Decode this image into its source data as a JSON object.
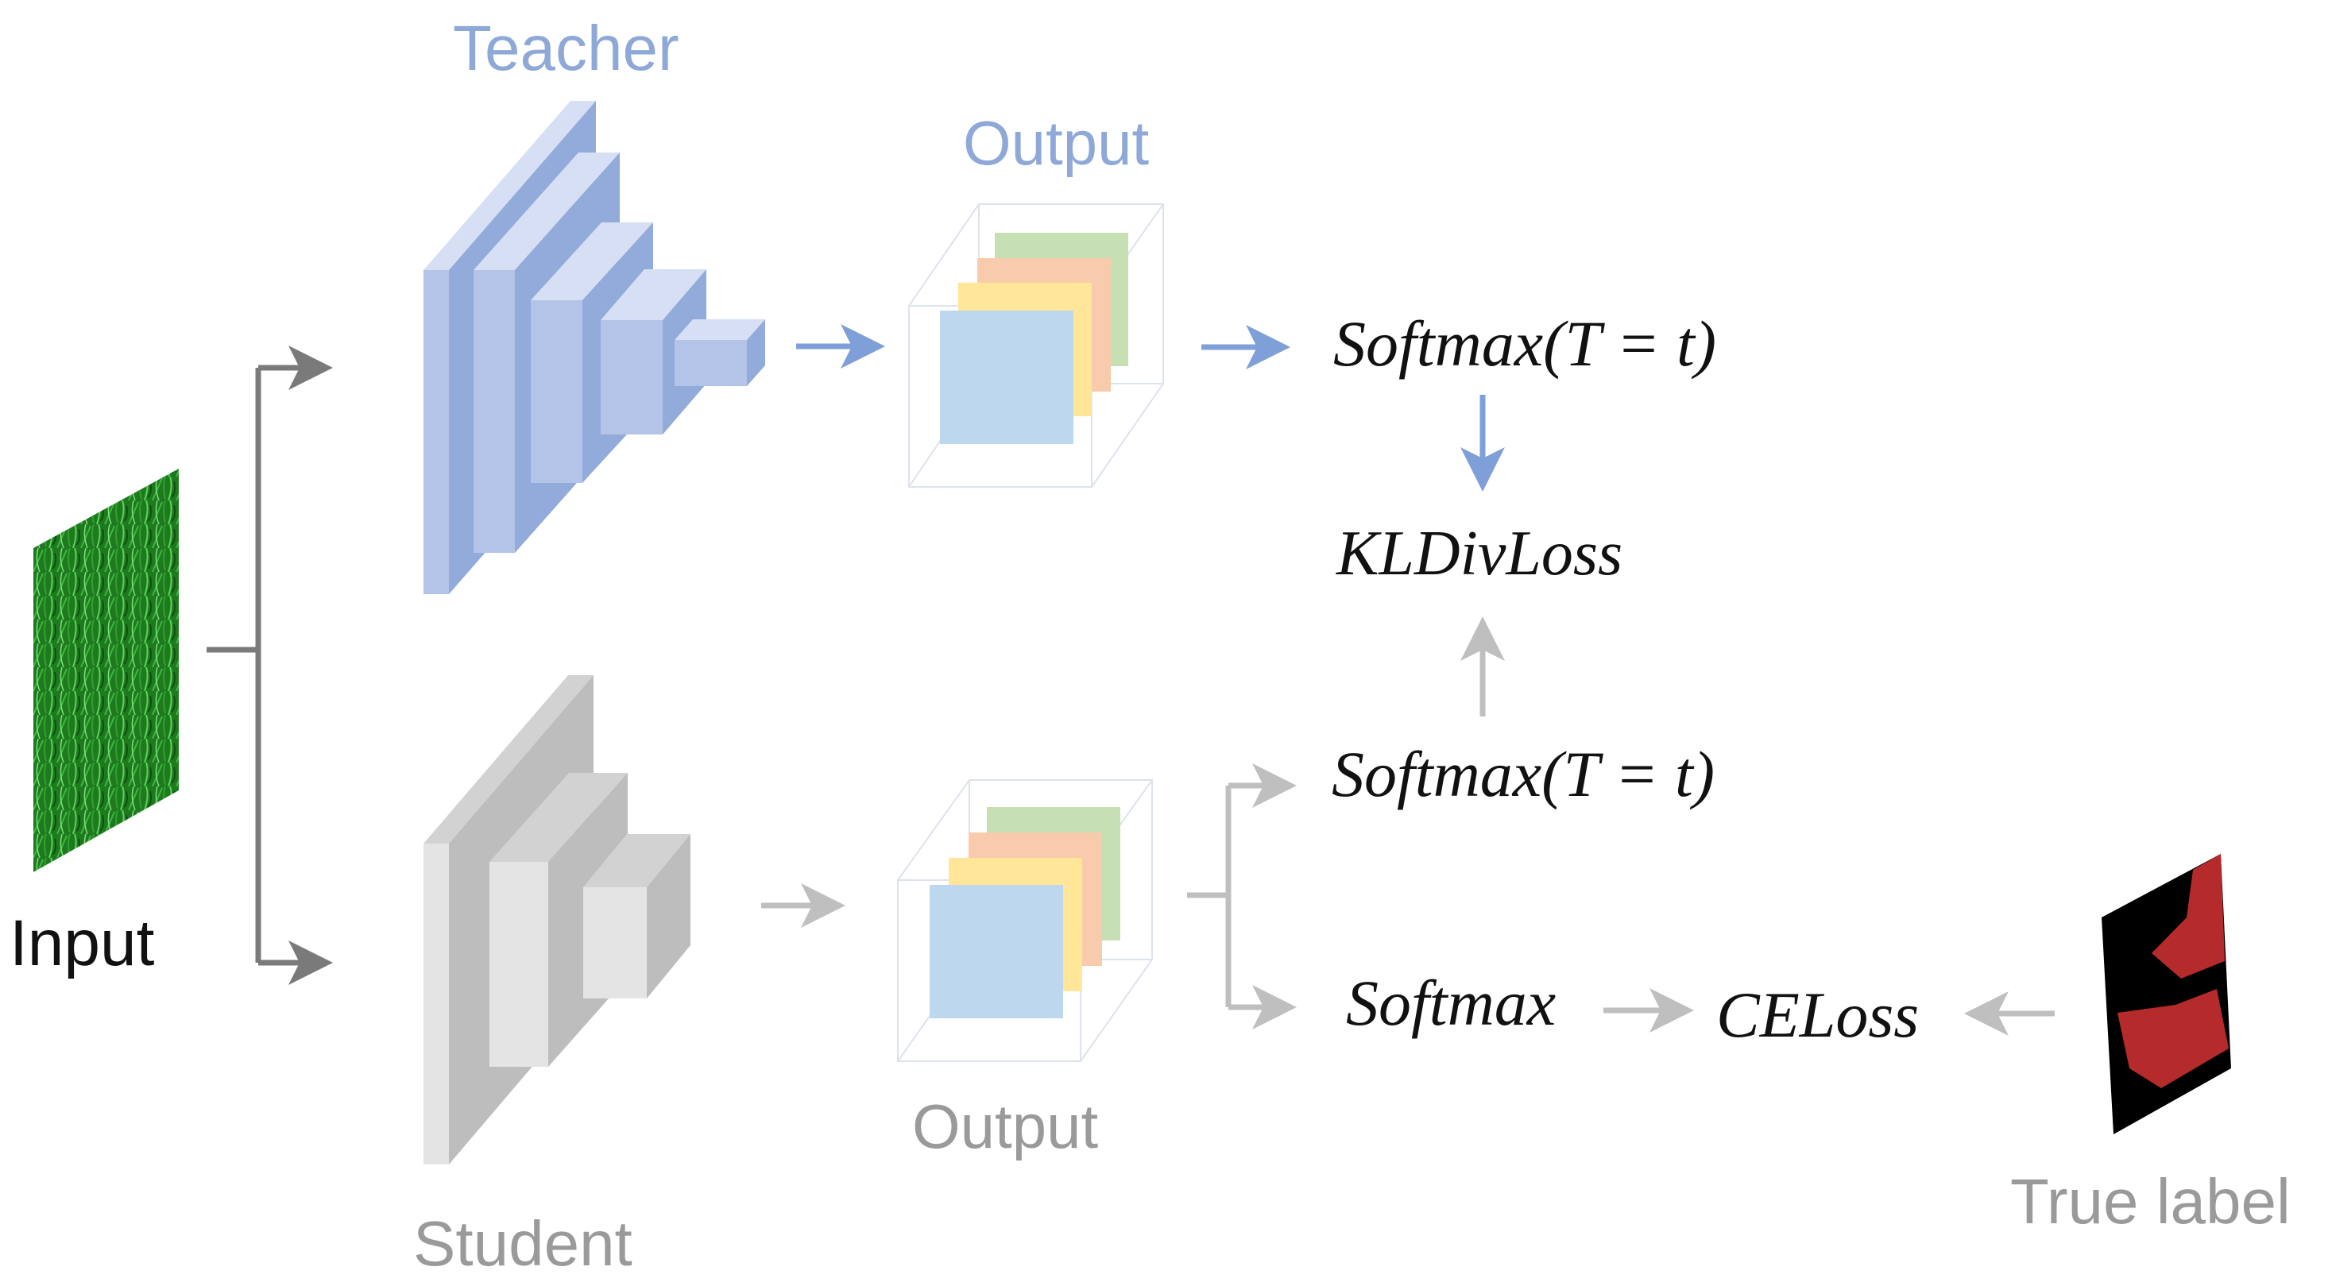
{
  "teacher": {
    "label": "Teacher",
    "output_label": "Output"
  },
  "student": {
    "label": "Student",
    "output_label": "Output"
  },
  "input": {
    "label": "Input"
  },
  "true_label": {
    "label": "True label"
  },
  "formulas": {
    "teacher_softmax": "Softmax(T = t)",
    "kl_loss": "KLDivLoss",
    "student_softmax_t": "Softmax(T = t)",
    "student_softmax": "Softmax",
    "ce_loss": "CELoss"
  },
  "colors": {
    "teacher_label": "#8ea8d8",
    "teacher_front": "#b3c4e8",
    "teacher_side": "#93abdb",
    "teacher_top": "#d6dff3",
    "teacher_arrow": "#7f9fd8",
    "student_label": "#9a9a9a",
    "student_front": "#e4e4e4",
    "student_side": "#bdbdbd",
    "student_top": "#d2d2d2",
    "student_arrow": "#bfbfbf",
    "trunk_arrow": "#7a7a7a",
    "map_blue": "#bdd7ee",
    "map_yellow": "#ffe699",
    "map_orange": "#f8cbad",
    "map_green": "#c6e0b4",
    "grass": "#2e9e2e",
    "label_red": "#b52a2a"
  }
}
